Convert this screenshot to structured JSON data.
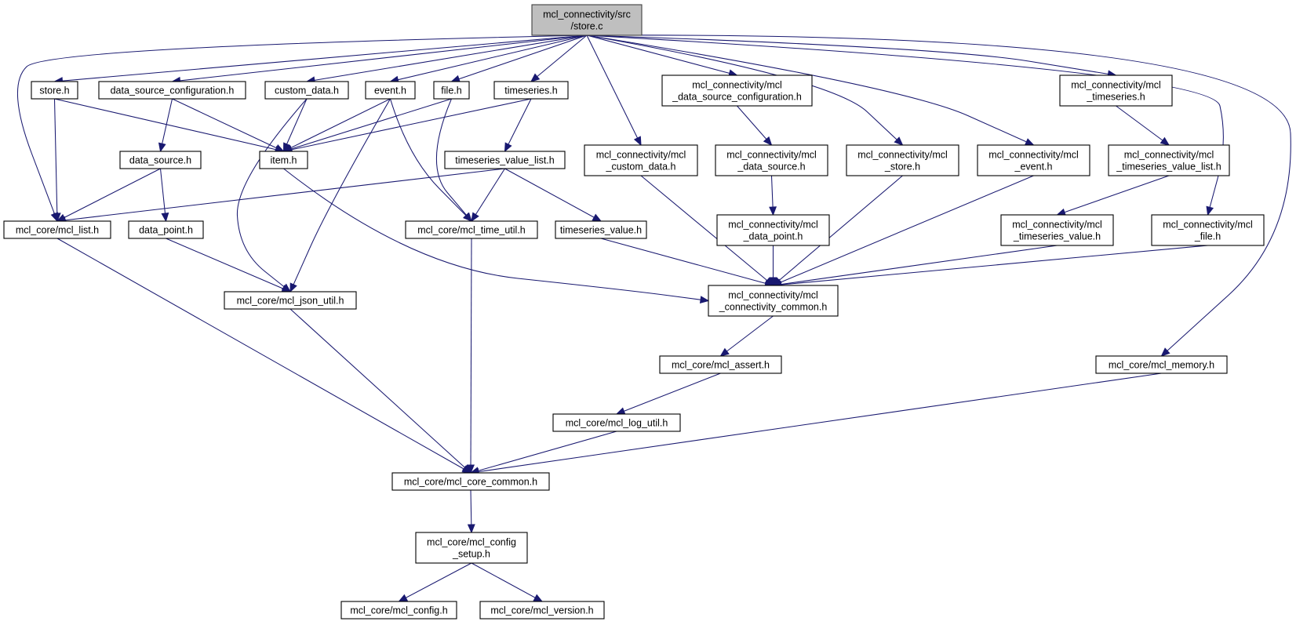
{
  "nodes": [
    {
      "id": "root",
      "lines": [
        "mcl_connectivity/src",
        "/store.c"
      ]
    },
    {
      "id": "store_h",
      "lines": [
        "store.h"
      ]
    },
    {
      "id": "dsc_h",
      "lines": [
        "data_source_configuration.h"
      ]
    },
    {
      "id": "custom_data_h",
      "lines": [
        "custom_data.h"
      ]
    },
    {
      "id": "event_h",
      "lines": [
        "event.h"
      ]
    },
    {
      "id": "file_h",
      "lines": [
        "file.h"
      ]
    },
    {
      "id": "timeseries_h",
      "lines": [
        "timeseries.h"
      ]
    },
    {
      "id": "mc_dsc",
      "lines": [
        "mcl_connectivity/mcl",
        "_data_source_configuration.h"
      ]
    },
    {
      "id": "mc_timeseries",
      "lines": [
        "mcl_connectivity/mcl",
        "_timeseries.h"
      ]
    },
    {
      "id": "data_source_h",
      "lines": [
        "data_source.h"
      ]
    },
    {
      "id": "item_h",
      "lines": [
        "item.h"
      ]
    },
    {
      "id": "tvl_h",
      "lines": [
        "timeseries_value_list.h"
      ]
    },
    {
      "id": "mc_custom",
      "lines": [
        "mcl_connectivity/mcl",
        "_custom_data.h"
      ]
    },
    {
      "id": "mc_data_source",
      "lines": [
        "mcl_connectivity/mcl",
        "_data_source.h"
      ]
    },
    {
      "id": "mc_store",
      "lines": [
        "mcl_connectivity/mcl",
        "_store.h"
      ]
    },
    {
      "id": "mc_event",
      "lines": [
        "mcl_connectivity/mcl",
        "_event.h"
      ]
    },
    {
      "id": "mc_tvl",
      "lines": [
        "mcl_connectivity/mcl",
        "_timeseries_value_list.h"
      ]
    },
    {
      "id": "mcl_list",
      "lines": [
        "mcl_core/mcl_list.h"
      ]
    },
    {
      "id": "data_point_h",
      "lines": [
        "data_point.h"
      ]
    },
    {
      "id": "time_util",
      "lines": [
        "mcl_core/mcl_time_util.h"
      ]
    },
    {
      "id": "tv_h",
      "lines": [
        "timeseries_value.h"
      ]
    },
    {
      "id": "mc_data_point",
      "lines": [
        "mcl_connectivity/mcl",
        "_data_point.h"
      ]
    },
    {
      "id": "mc_tv",
      "lines": [
        "mcl_connectivity/mcl",
        "_timeseries_value.h"
      ]
    },
    {
      "id": "mc_file",
      "lines": [
        "mcl_connectivity/mcl",
        "_file.h"
      ]
    },
    {
      "id": "json_util",
      "lines": [
        "mcl_core/mcl_json_util.h"
      ]
    },
    {
      "id": "conn_common",
      "lines": [
        "mcl_connectivity/mcl",
        "_connectivity_common.h"
      ]
    },
    {
      "id": "assert_h",
      "lines": [
        "mcl_core/mcl_assert.h"
      ]
    },
    {
      "id": "memory_h",
      "lines": [
        "mcl_core/mcl_memory.h"
      ]
    },
    {
      "id": "log_util",
      "lines": [
        "mcl_core/mcl_log_util.h"
      ]
    },
    {
      "id": "core_common",
      "lines": [
        "mcl_core/mcl_core_common.h"
      ]
    },
    {
      "id": "config_setup",
      "lines": [
        "mcl_core/mcl_config",
        "_setup.h"
      ]
    },
    {
      "id": "config_h",
      "lines": [
        "mcl_core/mcl_config.h"
      ]
    },
    {
      "id": "version_h",
      "lines": [
        "mcl_core/mcl_version.h"
      ]
    }
  ],
  "edges": [
    [
      "root",
      "store_h"
    ],
    [
      "root",
      "dsc_h"
    ],
    [
      "root",
      "custom_data_h"
    ],
    [
      "root",
      "event_h"
    ],
    [
      "root",
      "file_h"
    ],
    [
      "root",
      "timeseries_h"
    ],
    [
      "root",
      "mc_custom"
    ],
    [
      "root",
      "mc_dsc"
    ],
    [
      "root",
      "mc_store"
    ],
    [
      "root",
      "mc_event"
    ],
    [
      "root",
      "mc_timeseries"
    ],
    [
      "root",
      "mc_file"
    ],
    [
      "root",
      "memory_h"
    ],
    [
      "root",
      "mcl_list"
    ],
    [
      "store_h",
      "item_h"
    ],
    [
      "store_h",
      "mcl_list"
    ],
    [
      "dsc_h",
      "item_h"
    ],
    [
      "dsc_h",
      "data_source_h"
    ],
    [
      "custom_data_h",
      "item_h"
    ],
    [
      "custom_data_h",
      "json_util"
    ],
    [
      "event_h",
      "item_h"
    ],
    [
      "event_h",
      "time_util"
    ],
    [
      "event_h",
      "json_util"
    ],
    [
      "file_h",
      "item_h"
    ],
    [
      "file_h",
      "time_util"
    ],
    [
      "timeseries_h",
      "item_h"
    ],
    [
      "timeseries_h",
      "tvl_h"
    ],
    [
      "data_source_h",
      "mcl_list"
    ],
    [
      "data_source_h",
      "data_point_h"
    ],
    [
      "tvl_h",
      "mcl_list"
    ],
    [
      "tvl_h",
      "time_util"
    ],
    [
      "tvl_h",
      "tv_h"
    ],
    [
      "item_h",
      "conn_common"
    ],
    [
      "mc_dsc",
      "mc_data_source"
    ],
    [
      "mc_data_source",
      "mc_data_point"
    ],
    [
      "mc_data_point",
      "conn_common"
    ],
    [
      "mc_custom",
      "conn_common"
    ],
    [
      "mc_store",
      "conn_common"
    ],
    [
      "mc_event",
      "conn_common"
    ],
    [
      "mc_timeseries",
      "mc_tvl"
    ],
    [
      "mc_tvl",
      "mc_tv"
    ],
    [
      "mc_tv",
      "conn_common"
    ],
    [
      "mc_file",
      "conn_common"
    ],
    [
      "tv_h",
      "conn_common"
    ],
    [
      "data_point_h",
      "json_util"
    ],
    [
      "mcl_list",
      "core_common"
    ],
    [
      "json_util",
      "core_common"
    ],
    [
      "time_util",
      "core_common"
    ],
    [
      "conn_common",
      "assert_h"
    ],
    [
      "assert_h",
      "log_util"
    ],
    [
      "log_util",
      "core_common"
    ],
    [
      "memory_h",
      "core_common"
    ],
    [
      "core_common",
      "config_setup"
    ],
    [
      "config_setup",
      "config_h"
    ],
    [
      "config_setup",
      "version_h"
    ]
  ]
}
